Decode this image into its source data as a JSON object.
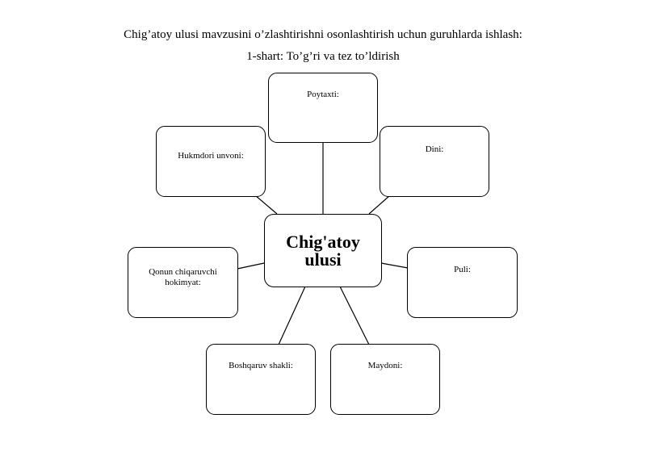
{
  "heading": {
    "line1": "Chig’atoy ulusi mavzusini o’zlashtirishni osonlashtirish uchun guruhlarda ishlash:",
    "line2": "1-shart: To’g’ri va tez to’ldirish"
  },
  "diagram": {
    "center": "Chig'atoy ulusi",
    "boxes": {
      "poytaxti": "Poytaxti:",
      "hukmdori": "Hukmdori unvoni:",
      "dini": "Dini:",
      "qonun": "Qonun chiqaruvchi hokimyat:",
      "puli": "Puli:",
      "boshqaruv": "Boshqaruv shakli:",
      "maydoni": "Maydoni:"
    }
  }
}
